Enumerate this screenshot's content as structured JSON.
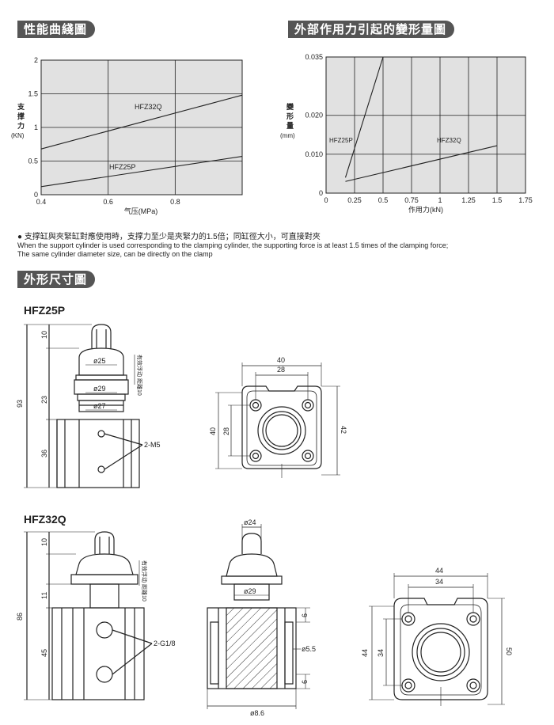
{
  "sections": {
    "perf_title": "性能曲綫圖",
    "deform_title": "外部作用力引起的變形量圖",
    "dims_title": "外形尺寸圖"
  },
  "note": {
    "zh": "●  支撑缸與夾緊缸對應使用時，支撑力至少是夾緊力的1.5倍；同缸徑大小，可直接對夾",
    "en1": "When the support cylinder is used corresponding to the clamping cylinder, the supporting force is at least 1.5 times of the clamping force;",
    "en2": "The same cylinder diameter size, can be directly on the clamp"
  },
  "chart_data": [
    {
      "type": "line",
      "ylabel": "支撑力",
      "yunit": "(KN)",
      "xlabel": "气压(MPa)",
      "xlim": [
        0.4,
        1.0
      ],
      "ylim": [
        0,
        2
      ],
      "xticks": [
        "0.4",
        "0.6",
        "0.8"
      ],
      "yticks": [
        "0",
        "0.5",
        "1",
        "1.5",
        "2"
      ],
      "grid": true,
      "series": [
        {
          "name": "HFZ32Q",
          "x": [
            0.4,
            1.0
          ],
          "values": [
            0.68,
            1.48
          ]
        },
        {
          "name": "HFZ25P",
          "x": [
            0.4,
            1.0
          ],
          "values": [
            0.12,
            0.57
          ]
        }
      ]
    },
    {
      "type": "line",
      "ylabel": "變形量",
      "yunit": "(mm)",
      "xlabel": "作用力(kN)",
      "xlim": [
        0,
        1.75
      ],
      "ylim": [
        0,
        0.035
      ],
      "xticks": [
        "0",
        "0.25",
        "0.5",
        "0.75",
        "1",
        "1.25",
        "1.5",
        "1.75"
      ],
      "yticks": [
        "0",
        "0.010",
        "0.020",
        "0.035"
      ],
      "grid": true,
      "series": [
        {
          "name": "HFZ25P",
          "x": [
            0.17,
            0.5
          ],
          "values": [
            0.004,
            0.035
          ]
        },
        {
          "name": "HFZ32Q",
          "x": [
            0.17,
            1.5
          ],
          "values": [
            0.003,
            0.0122
          ]
        }
      ]
    }
  ],
  "drawings": {
    "hfz25p": {
      "model": "HFZ25P",
      "dims": {
        "total": "93",
        "top": "10",
        "mid": "23",
        "body": "36",
        "d25": "ø25",
        "d29": "ø29",
        "d27": "ø27",
        "port": "2-M5",
        "stroke": "有效浮动\n距離10"
      },
      "front": {
        "w40": "40",
        "w28": "28",
        "h40": "40",
        "h28": "28",
        "h42": "42"
      }
    },
    "hfz32q": {
      "model": "HFZ32Q",
      "dims": {
        "total": "86",
        "top": "10",
        "mid": "11",
        "body": "45",
        "port": "2-G1/8",
        "stroke": "有效浮动\n距離10"
      },
      "section": {
        "d24": "ø24",
        "d29": "ø29",
        "d55": "ø5.5",
        "d86": "ø8.6",
        "t6a": "6",
        "t6b": "6"
      },
      "front": {
        "w44": "44",
        "w34": "34",
        "h44": "44",
        "h34": "34",
        "h50": "50"
      }
    }
  }
}
